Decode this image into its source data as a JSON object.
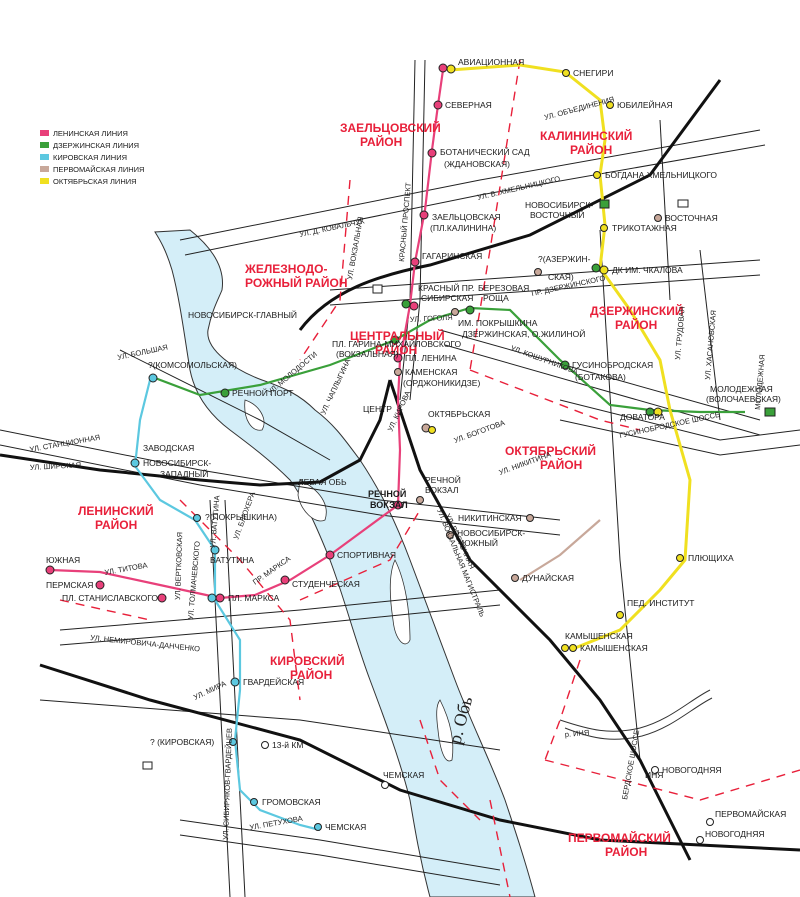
{
  "legend": [
    {
      "label": "ЛЕНИНСКАЯ ЛИНИЯ",
      "color": "#e8407a"
    },
    {
      "label": "ДЗЕРЖИНСКАЯ ЛИНИЯ",
      "color": "#3aa03a"
    },
    {
      "label": "КИРОВСКАЯ ЛИНИЯ",
      "color": "#5cc8e0"
    },
    {
      "label": "ПЕРВОМАЙСКАЯ ЛИНИЯ",
      "color": "#c8a89a"
    },
    {
      "label": "ОКТЯБРЬСКАЯ ЛИНИЯ",
      "color": "#f0e020"
    }
  ],
  "districts": [
    {
      "line1": "ЗАЕЛЬЦОВСКИЙ",
      "line2": "РАЙОН"
    },
    {
      "line1": "КАЛИНИНСКИЙ",
      "line2": "РАЙОН"
    },
    {
      "line1": "ЖЕЛЕЗНОДО-",
      "line2": "РОЖНЫЙ РАЙОН"
    },
    {
      "line1": "ЦЕНТРАЛЬНЫЙ",
      "line2": "РАЙОН"
    },
    {
      "line1": "ДЗЕРЖИНСКИЙ",
      "line2": "РАЙОН"
    },
    {
      "line1": "ОКТЯБРЬСКИЙ",
      "line2": "РАЙОН"
    },
    {
      "line1": "ЛЕНИНСКИЙ",
      "line2": "РАЙОН"
    },
    {
      "line1": "КИРОВСКИЙ",
      "line2": "РАЙОН"
    },
    {
      "line1": "ПЕРВОМАЙСКИЙ",
      "line2": "РАЙОН"
    }
  ],
  "stations": [
    {
      "name": "АВИАЦИОННАЯ"
    },
    {
      "name": "СНЕГИРИ"
    },
    {
      "name": "СЕВЕРНАЯ"
    },
    {
      "name": "ЮБИЛЕЙНАЯ"
    },
    {
      "name": "БОТАНИЧЕСКИЙ САД"
    },
    {
      "name": "(ЖДАНОВСКАЯ)"
    },
    {
      "name": "БОГДАНА ХМЕЛЬНИЦКОГО"
    },
    {
      "name": "НОВОСИБИРСК-"
    },
    {
      "name": "ВОСТОЧНЫЙ"
    },
    {
      "name": "ВОСТОЧНАЯ"
    },
    {
      "name": "ТРИКОТАЖНАЯ"
    },
    {
      "name": "ЗАЕЛЬЦОВСКАЯ"
    },
    {
      "name": "(ПЛ.КАЛИНИНА)"
    },
    {
      "name": "ГАГАРИНСКАЯ"
    },
    {
      "name": "?(АЗЕРЖИН-"
    },
    {
      "name": "СКАЯ)"
    },
    {
      "name": "ДК ИМ. ЧКАЛОВА"
    },
    {
      "name": "КРАСНЫЙ ПР."
    },
    {
      "name": "СИБИРСКАЯ"
    },
    {
      "name": "БЕРЕЗОВАЯ"
    },
    {
      "name": "РОЩА"
    },
    {
      "name": "НОВОСИБИРСК-ГЛАВНЫЙ"
    },
    {
      "name": "ИМ. ПОКРЫШКИНА"
    },
    {
      "name": "ДЗЕРЖИНСКАЯ, О.ЖИЛИНОЙ"
    },
    {
      "name": "ПЛ. ГАРИНА-МИХАЙЛОВСКОГО"
    },
    {
      "name": "(ВОКЗАЛЬНАЯ)"
    },
    {
      "name": "ПЛ. ЛЕНИНА"
    },
    {
      "name": "?(КОМСОМОЛЬСКАЯ)"
    },
    {
      "name": "ГУСИНОБРОДСКАЯ"
    },
    {
      "name": "(БОТАКОВА)"
    },
    {
      "name": "КАМЕНСКАЯ"
    },
    {
      "name": "(ОРДЖОНИКИДЗЕ)"
    },
    {
      "name": "РЕЧНОЙ ПОРТ"
    },
    {
      "name": "МОЛОДЕЖНАЯ"
    },
    {
      "name": "(ВОЛОЧАЕВСКАЯ)"
    },
    {
      "name": "ЦЕНТР"
    },
    {
      "name": "ОКТЯБРЬСКАЯ"
    },
    {
      "name": "ДОВАТОРА"
    },
    {
      "name": "ЗАВОДСКАЯ"
    },
    {
      "name": "НОВОСИБИРСК-"
    },
    {
      "name": "ЗАПАДНЫЙ"
    },
    {
      "name": "ЛЕВАЯ ОБЬ"
    },
    {
      "name": "РЕЧНОЙ"
    },
    {
      "name": "ВОКЗАЛ"
    },
    {
      "name": "РЕЧНОЙ"
    },
    {
      "name": "ВОКЗАЛ"
    },
    {
      "name": "?(ПОКРЫШКИНА)"
    },
    {
      "name": "НИКИТИНСКАЯ"
    },
    {
      "name": "НОВОСИБИРСК-"
    },
    {
      "name": "ЮЖНЫЙ"
    },
    {
      "name": "ВАТУТИНА"
    },
    {
      "name": "СПОРТИВНАЯ"
    },
    {
      "name": "ЮЖНАЯ"
    },
    {
      "name": "ПЕРМСКАЯ"
    },
    {
      "name": "ПЛ. СТАНИСЛАВСКОГО"
    },
    {
      "name": "ПЛ. МАРКСА"
    },
    {
      "name": "СТУДЕНЧЕСКАЯ"
    },
    {
      "name": "ДУНАЙСКАЯ"
    },
    {
      "name": "ПЛЮЩИХА"
    },
    {
      "name": "ПЕД. ИНСТИТУТ"
    },
    {
      "name": "КАМЫШЕНСКАЯ"
    },
    {
      "name": "КАМЫШЕНСКАЯ"
    },
    {
      "name": "ГВАРДЕЙСКАЯ"
    },
    {
      "name": "? (КИРОВСКАЯ)"
    },
    {
      "name": "13-й КМ"
    },
    {
      "name": "ЧЕМСКАЯ"
    },
    {
      "name": "НОВОГОДНЯЯ"
    },
    {
      "name": "ИНЯ"
    },
    {
      "name": "ГРОМОВСКАЯ"
    },
    {
      "name": "ЧЕМСКАЯ"
    },
    {
      "name": "ПЕРВОМАЙСКАЯ"
    },
    {
      "name": "НОВОГОДНЯЯ"
    }
  ],
  "streets": [
    {
      "name": "УЛ. ОБЪЕДИНЕНИЯ"
    },
    {
      "name": "УЛ. Б. ХМЕЛЬНИЦКОГО"
    },
    {
      "name": "УЛ. Д. КОВАЛЬЧУК"
    },
    {
      "name": "КРАСНЫЙ ПРОСПЕКТ"
    },
    {
      "name": "УЛ. ВОКЗАЛЬНАЯ"
    },
    {
      "name": "ПР. ДЗЕРЖИНСКОГО"
    },
    {
      "name": "УЛ. ГОГОЛЯ"
    },
    {
      "name": "УЛ. КОШУРНИКОВА"
    },
    {
      "name": "УЛ. БОЛЬШАЯ"
    },
    {
      "name": "УЛ. ЧАПЛЫГИНА"
    },
    {
      "name": "УЛ. КИРОВА"
    },
    {
      "name": "УЛ. МОЛОДОСТИ"
    },
    {
      "name": "УЛ. СТАНЦИОННАЯ"
    },
    {
      "name": "УЛ. ШИРОКАЯ"
    },
    {
      "name": "УЛ. БОГОТОВА"
    },
    {
      "name": "ГУСИНОБРОДСКОЕ ШОССЕ"
    },
    {
      "name": "УЛ. НИКИТИНА"
    },
    {
      "name": "УЛ. ВОСТОЧНАЯ"
    },
    {
      "name": "УЛ. ВАТУТИНА"
    },
    {
      "name": "УЛ. БЛЮХЕРА"
    },
    {
      "name": "УЛ. ТИТОВА"
    },
    {
      "name": "УЛ. ТОЛМАЧЕВСКОГО"
    },
    {
      "name": "УЛ. ВЕРТКОВСКАЯ"
    },
    {
      "name": "ПР. МАРКСА"
    },
    {
      "name": "УЛ. ВОКЗАЛЬНАЯ МАГИСТРАЛЬ"
    },
    {
      "name": "УЛ. НЕМИРОВИЧА-ДАНЧЕНКО"
    },
    {
      "name": "УЛ. МИРА"
    },
    {
      "name": "УЛ. СИБИРЯКОВ-ГВАРДЕЙЦЕВ"
    },
    {
      "name": "УЛ. ПЕТУХОВА"
    },
    {
      "name": "УЛ. ХАСАНОВСКАЯ"
    },
    {
      "name": "УЛ. ТРУДОВАЯ"
    },
    {
      "name": "МОЛОДЕЖНАЯ"
    },
    {
      "name": "р. ИНЯ"
    },
    {
      "name": "БЕРДСКОЕ ШОССЕ"
    }
  ],
  "river": {
    "name": "р. Обь"
  }
}
